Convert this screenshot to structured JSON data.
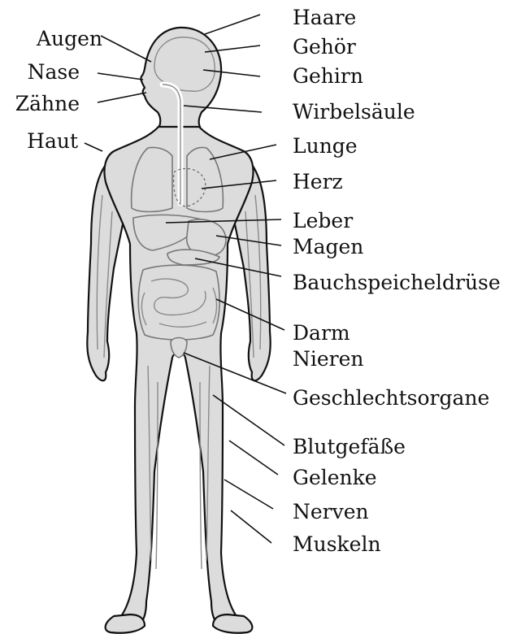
{
  "diagram": {
    "labels_left": [
      "Augen",
      "Nase",
      "Zähne",
      "Haut"
    ],
    "labels_right": [
      "Haare",
      "Gehör",
      "Gehirn",
      "Wirbelsäule",
      "Lunge",
      "Herz",
      "Leber",
      "Magen",
      "Bauchspeicheldrüse",
      "Darm",
      "Nieren",
      "Geschlechtsorgane",
      "Blutgefäße",
      "Gelenke",
      "Nerven",
      "Muskeln"
    ],
    "colors": {
      "body_fill": "#dcdcdc",
      "outline": "#111111",
      "organ_line": "#777777",
      "background": "#ffffff"
    }
  }
}
